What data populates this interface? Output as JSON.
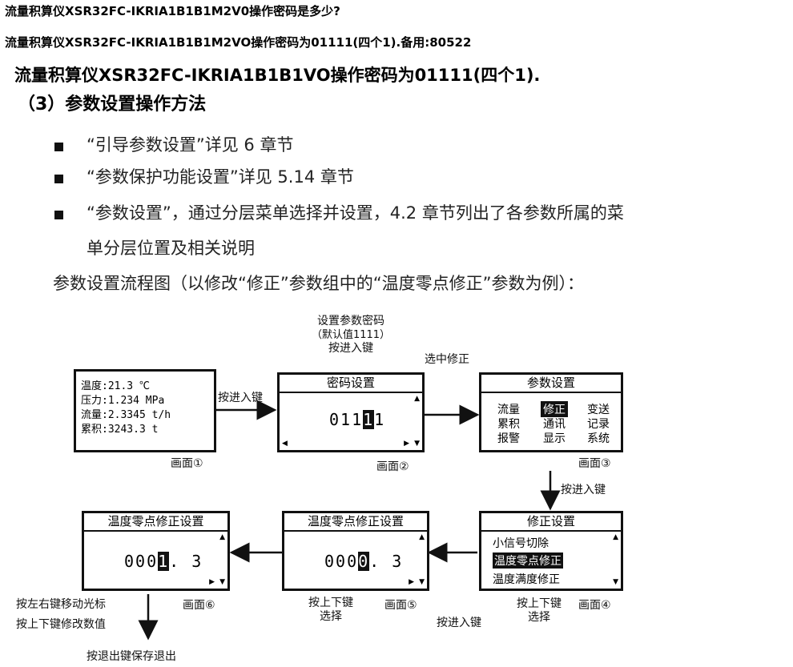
{
  "questions": {
    "q1": "流量积算仪XSR32FC-IKRIA1B1B1M2V0操作密码是多少?",
    "q2": "流量积算仪XSR32FC-IKRIA1B1B1M2VO操作密码为01111(四个1).备用:80522",
    "q3": "流量积算仪XSR32FC-IKRIA1B1B1VO操作密码为01111(四个1)."
  },
  "section_title": "（3）参数设置操作方法",
  "bullets": [
    "“引导参数设置”详见 6 章节",
    "“参数保护功能设置”详见 5.14 章节",
    "“参数设置”，通过分层菜单选择并设置，4.2 章节列出了各参数所属的菜",
    "单分层位置及相关说明"
  ],
  "intro": "参数设置流程图（以修改“修正”参数组中的“温度零点修正”参数为例）：",
  "diagram": {
    "top_note": [
      "设置参数密码",
      "（默认值1111）",
      "按进入键"
    ],
    "select_note": "选中修正",
    "enter_key": "按进入键",
    "screen1": {
      "caption": "画面①",
      "lines": [
        "温度:21.3  ℃",
        "压力:1.234 MPa",
        "流量:2.3345 t/h",
        "累积:3243.3 t"
      ]
    },
    "screen2": {
      "caption": "画面②",
      "title": "密码设置",
      "value_pre": "011",
      "value_cur": "1",
      "value_post": "1"
    },
    "screen3": {
      "caption": "画面③",
      "title": "参数设置",
      "menu": [
        "流量",
        "修正",
        "变送",
        "累积",
        "通讯",
        "记录",
        "报警",
        "显示",
        "系统"
      ]
    },
    "screen4": {
      "caption": "画面④",
      "title": "修正设置",
      "items": [
        "小信号切除",
        "温度零点修正",
        "温度满度修正"
      ]
    },
    "screen5": {
      "caption": "画面⑤",
      "title": "温度零点修正设置",
      "value_pre": "000",
      "value_cur": "0",
      "value_post": ". 3"
    },
    "screen6": {
      "caption": "画面⑥",
      "title": "温度零点修正设置",
      "value_pre": "000",
      "value_cur": "1",
      "value_post": ". 3"
    },
    "note4": [
      "按上下键",
      "选择"
    ],
    "note5": [
      "按上下键",
      "选择"
    ],
    "note6": [
      "按左右键移动光标",
      "按上下键修改数值"
    ],
    "exit_note": "按退出键保存退出",
    "tri_up": "▲",
    "tri_left": "◀",
    "tri_right": "▶",
    "tri_down": "▼"
  }
}
